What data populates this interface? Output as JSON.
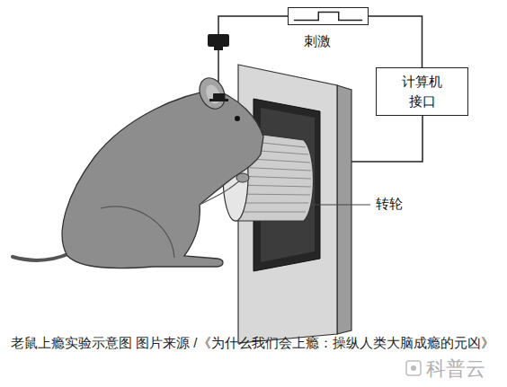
{
  "diagram": {
    "caption": "老鼠上瘾实验示意图 图片来源 /《为什么我们会上瘾：操纵人类大脑成瘾的元凶》",
    "nodes": [
      {
        "text": [
          "刺激"
        ]
      },
      {
        "text": [
          "计算机 接口"
        ]
      }
    ],
    "edges": [
      {
        "from": 0,
        "to": 1,
        "arrow": "none"
      }
    ],
    "labels": [
      "转轮",
      "科普云"
    ]
  }
}
